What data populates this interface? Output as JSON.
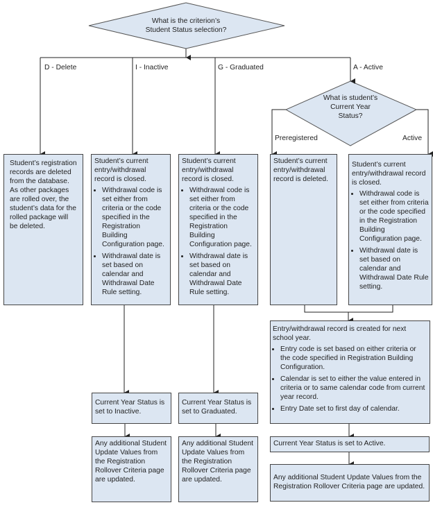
{
  "colors": {
    "box_fill": "#dce6f2",
    "border": "#444444",
    "line": "#222222"
  },
  "decision_main": {
    "line1": "What is the criterion’s",
    "line2": "Student Status selection?"
  },
  "branches": {
    "delete": "D - Delete",
    "inactive": "I - Inactive",
    "graduated": "G - Graduated",
    "active": "A - Active"
  },
  "decision_active": {
    "line1": "What is student’s",
    "line2": "Current Year",
    "line3": "Status?"
  },
  "sub_branches": {
    "preregistered": "Preregistered",
    "active": "Active"
  },
  "boxes": {
    "delete": {
      "p1": "Student’s registration records are deleted from the database.",
      "p2": "As other packages are rolled over, the student’s data for the rolled package will be deleted."
    },
    "inactive": {
      "intro": "Student’s current entry/withdrawal record is closed.",
      "bullets": [
        "Withdrawal code is set either from criteria or the code specified in the Registration Building Configuration page.",
        "Withdrawal date is set based on calendar and Withdrawal Date Rule setting."
      ]
    },
    "graduated": {
      "intro": "Student’s current entry/withdrawal record is closed.",
      "bullets": [
        "Withdrawal code is set either from criteria or the code specified in the Registration Building Configuration page.",
        "Withdrawal date is set based on calendar and Withdrawal Date Rule setting."
      ]
    },
    "preregistered": {
      "intro": "Student’s current entry/withdrawal record is deleted."
    },
    "active": {
      "intro": "Student’s current entry/withdrawal record is closed.",
      "bullets": [
        "Withdrawal code is set either from criteria or the code specified in the Registration Building Configuration page.",
        "Withdrawal date is set based on calendar and Withdrawal Date Rule setting."
      ]
    },
    "entry": {
      "intro": "Entry/withdrawal record is created for next school year.",
      "bullets": [
        "Entry code is set based on either criteria or the code specified in Registration Building Configuration.",
        "Calendar is set to either the value entered in criteria or to same calendar code from current year record.",
        "Entry Date set to first day of calendar."
      ]
    },
    "status_inactive": "Current Year Status is set to Inactive.",
    "status_graduated": "Current Year Status is set to Graduated.",
    "status_active": "Current Year Status is set to Active.",
    "update_inactive": "Any additional Student Update Values from the Registration Rollover Criteria page are updated.",
    "update_graduated": "Any additional Student Update Values from the Registration Rollover Criteria page are updated.",
    "update_active": "Any additional Student Update Values from the Registration Rollover Criteria page are updated."
  }
}
